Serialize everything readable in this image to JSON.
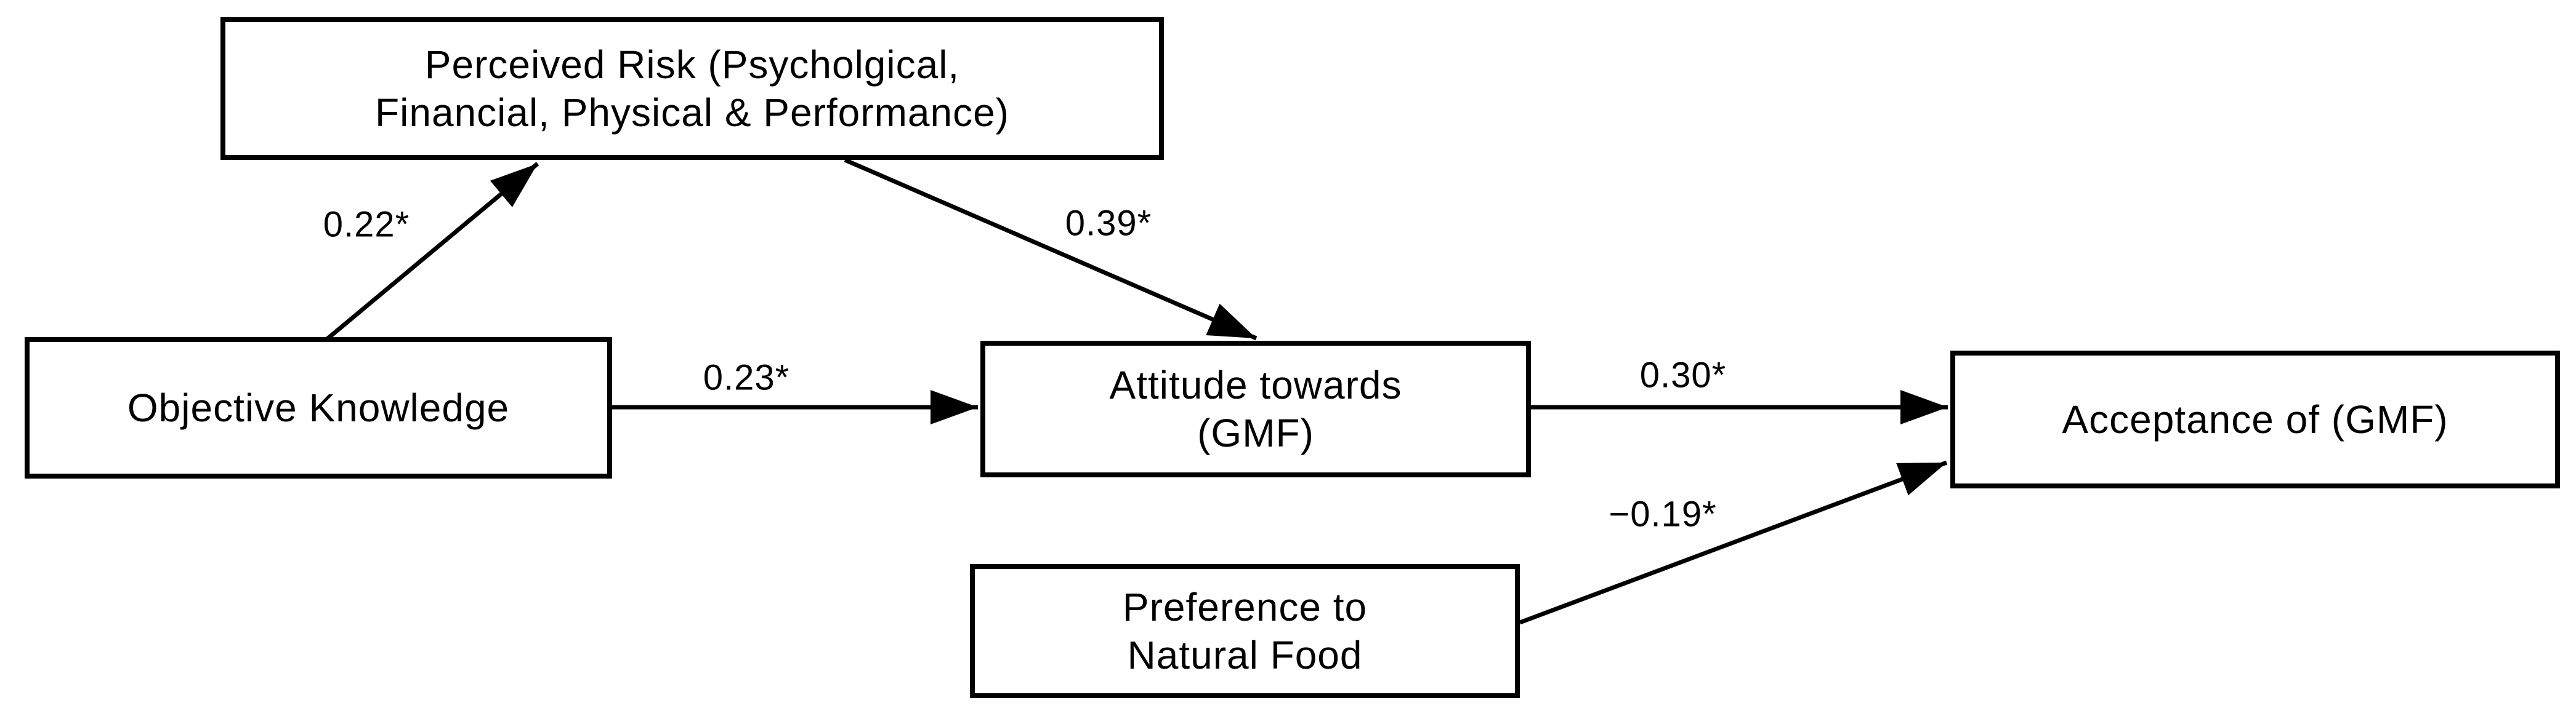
{
  "nodes": {
    "perceived_risk": {
      "line1": "Perceived Risk (Psycholgical,",
      "line2": "Financial, Physical & Performance)"
    },
    "objective_knowledge": {
      "line1": "Objective Knowledge"
    },
    "attitude_gmf": {
      "line1": "Attitude towards",
      "line2": "(GMF)"
    },
    "acceptance_gmf": {
      "line1": "Acceptance of (GMF)"
    },
    "preference_natural_food": {
      "line1": "Preference to",
      "line2": "Natural Food"
    }
  },
  "paths": {
    "objective_to_perceived": {
      "label": "0.22*"
    },
    "perceived_to_attitude": {
      "label": "0.39*"
    },
    "objective_to_attitude": {
      "label": "0.23*"
    },
    "attitude_to_acceptance": {
      "label": "0.30*"
    },
    "preference_to_acceptance": {
      "label": "−0.19*"
    }
  },
  "colors": {
    "line": "#000000",
    "box_fill": "#ffffff",
    "background": "#ffffff"
  }
}
